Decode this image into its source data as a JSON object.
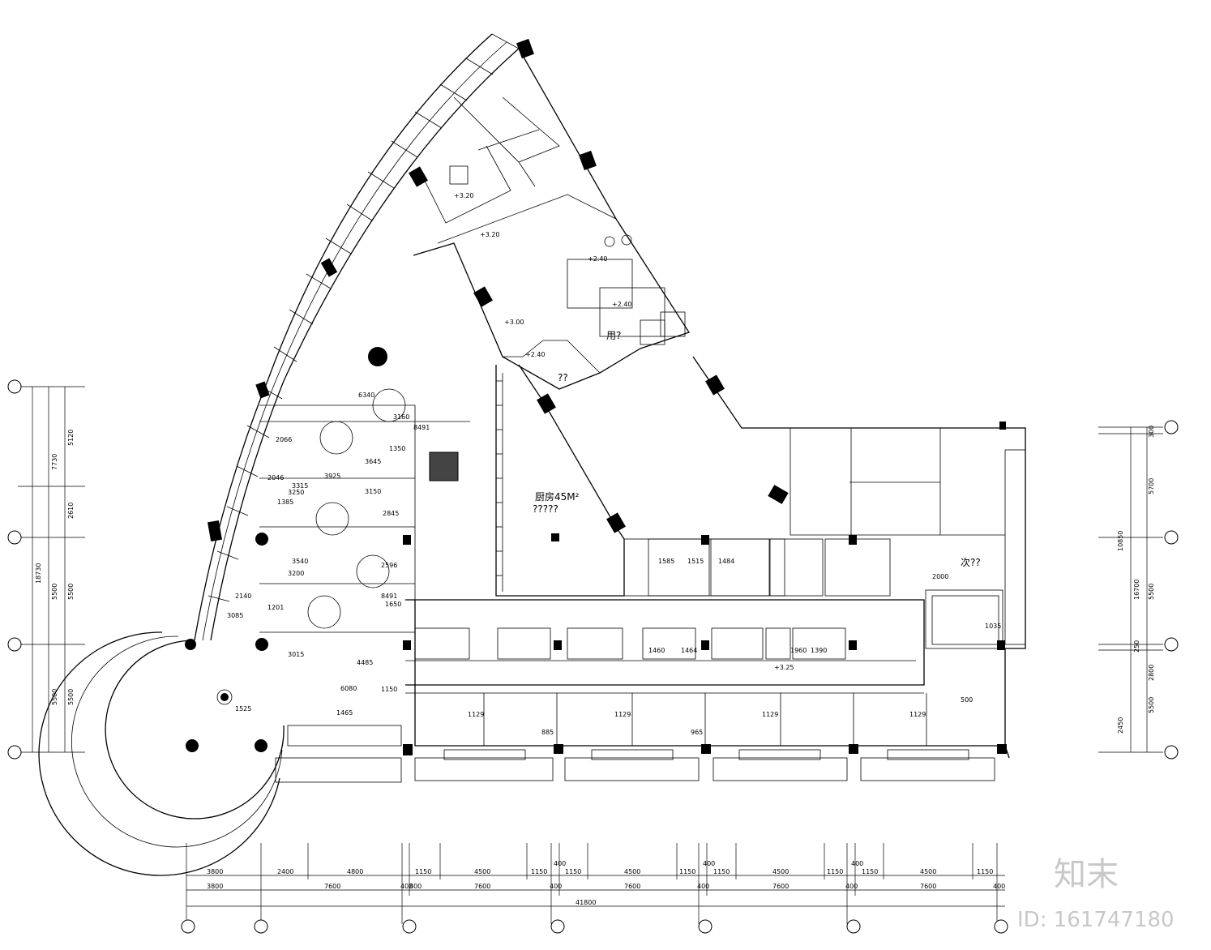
{
  "rooms": {
    "kitchen_label": "厨房45M²",
    "kitchen_sub": "?????",
    "room_a": "??",
    "room_b": "用?",
    "room_c": "次??"
  },
  "levels": {
    "l1": "+3.20",
    "l2": "+3.20",
    "l3": "+2.40",
    "l4": "+2.40",
    "l5": "+3.00",
    "l6": "+2.40",
    "l7": "+3.25"
  },
  "bottom_dims": {
    "row1": [
      "3800",
      "2400",
      "4800",
      "1150",
      "4500",
      "1150",
      "1150",
      "4500",
      "1150",
      "1150",
      "4500",
      "1150",
      "1150",
      "4500",
      "1150"
    ],
    "row1_small": [
      "400",
      "400",
      "400"
    ],
    "row2": [
      "3800",
      "7600",
      "400",
      "800",
      "7600",
      "400",
      "7600",
      "400",
      "7600",
      "400",
      "7600",
      "400"
    ],
    "total": "41800"
  },
  "left_dims": {
    "outer": [
      "7730",
      "5500",
      "5500"
    ],
    "inner": [
      "5120",
      "2610",
      "5500",
      "5500"
    ],
    "total": "18730"
  },
  "right_dims": {
    "outer": [
      "300",
      "5700",
      "5500",
      "2800",
      "5500"
    ],
    "inner": [
      "10850",
      "16700",
      "2450",
      "250"
    ]
  },
  "interior_dims": [
    "6340",
    "3160",
    "8491",
    "2066",
    "1350",
    "3645",
    "2046",
    "3315",
    "3925",
    "3150",
    "3250",
    "1385",
    "2596",
    "3540",
    "3200",
    "2140",
    "3085",
    "1201",
    "2845",
    "8491",
    "1650",
    "3015",
    "4485",
    "6080",
    "1525",
    "1585",
    "1515",
    "1484",
    "1464",
    "1460",
    "1390",
    "1129",
    "885",
    "965",
    "2000",
    "500",
    "1035",
    "1465",
    "1960",
    "1150"
  ],
  "watermark": {
    "brand": "知末",
    "id": "ID: 161747180"
  }
}
